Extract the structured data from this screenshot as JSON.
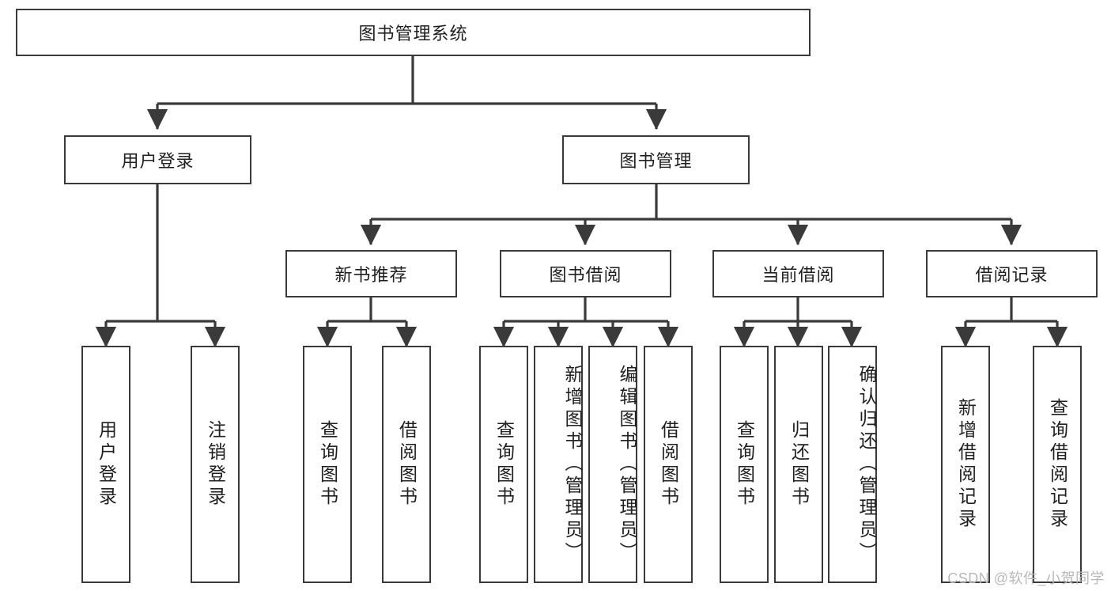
{
  "diagram": {
    "title_node": {
      "label": "图书管理系统"
    },
    "level2": [
      {
        "id": "user-login",
        "label": "用户登录"
      },
      {
        "id": "book-management",
        "label": "图书管理"
      }
    ],
    "level3": [
      {
        "id": "new-book-recommend",
        "label": "新书推荐"
      },
      {
        "id": "book-borrow",
        "label": "图书借阅"
      },
      {
        "id": "current-borrow",
        "label": "当前借阅"
      },
      {
        "id": "borrow-record",
        "label": "借阅记录"
      }
    ],
    "leaves": [
      {
        "id": "leaf-user-login",
        "label": "用户登录",
        "parent": "user-login"
      },
      {
        "id": "leaf-user-logout",
        "label": "注销登录",
        "parent": "user-login"
      },
      {
        "id": "leaf-query-book-1",
        "label": "查询图书",
        "parent": "new-book-recommend"
      },
      {
        "id": "leaf-borrow-book-1",
        "label": "借阅图书",
        "parent": "new-book-recommend"
      },
      {
        "id": "leaf-query-book-2",
        "label": "查询图书",
        "parent": "book-borrow"
      },
      {
        "id": "leaf-add-book",
        "label": "新增图书（管理员）",
        "parent": "book-borrow"
      },
      {
        "id": "leaf-edit-book",
        "label": "编辑图书（管理员）",
        "parent": "book-borrow"
      },
      {
        "id": "leaf-borrow-book-2",
        "label": "借阅图书",
        "parent": "book-borrow"
      },
      {
        "id": "leaf-query-book-3",
        "label": "查询图书",
        "parent": "current-borrow"
      },
      {
        "id": "leaf-return-book",
        "label": "归还图书",
        "parent": "current-borrow"
      },
      {
        "id": "leaf-confirm-return",
        "label": "确认归还（管理员）",
        "parent": "current-borrow"
      },
      {
        "id": "leaf-add-record",
        "label": "新增借阅记录",
        "parent": "borrow-record"
      },
      {
        "id": "leaf-query-record",
        "label": "查询借阅记录",
        "parent": "borrow-record"
      }
    ],
    "watermark": "CSDN @软件_小贺同学",
    "colors": {
      "border": "#3a3a3a",
      "background": "#ffffff",
      "text": "#202020",
      "watermark": "#b8b8b8"
    }
  }
}
